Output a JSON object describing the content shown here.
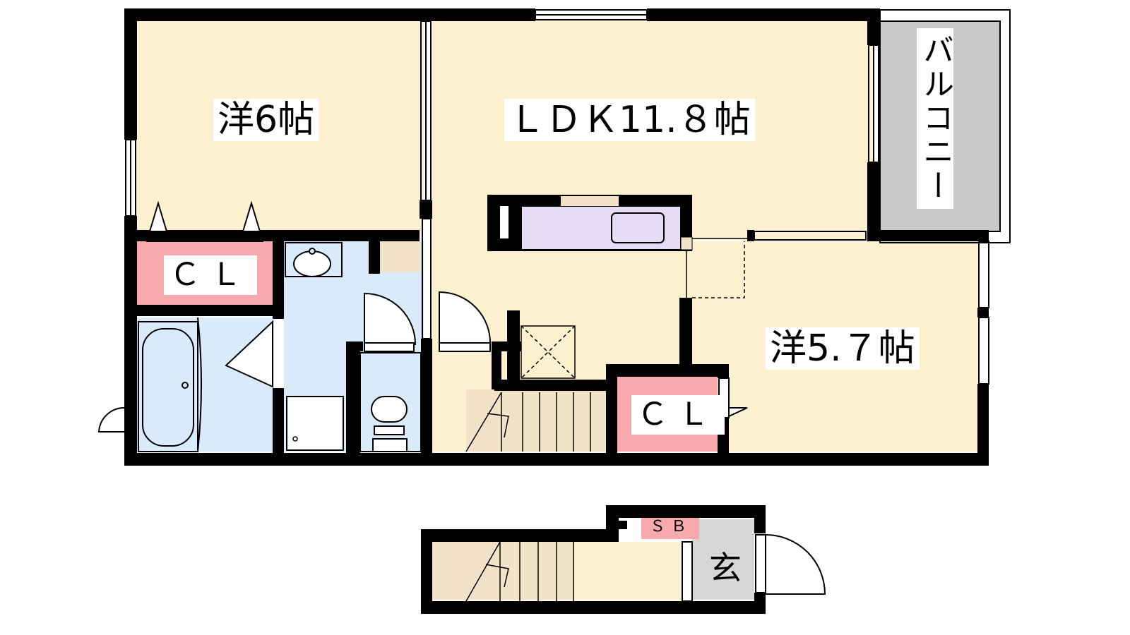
{
  "floorplan": {
    "rooms": {
      "western_room_1": "洋6帖",
      "ldk": "ＬＤＫ11.８帖",
      "balcony": "バルコニー",
      "closet_1": "ＣＬ",
      "closet_2": "ＣＬ",
      "western_room_2": "洋5.７帖",
      "shoe_box": "ＳＢ",
      "entrance": "玄"
    },
    "colors": {
      "room_floor": "#fdf1d0",
      "closet": "#f8a9ad",
      "wet_area": "#d9ebfb",
      "balcony": "#c9c9c9",
      "stairs": "#f1e2c8",
      "kitchen": "#e6dcf5",
      "entrance": "#d7d7d7",
      "wall": "#000000"
    }
  }
}
